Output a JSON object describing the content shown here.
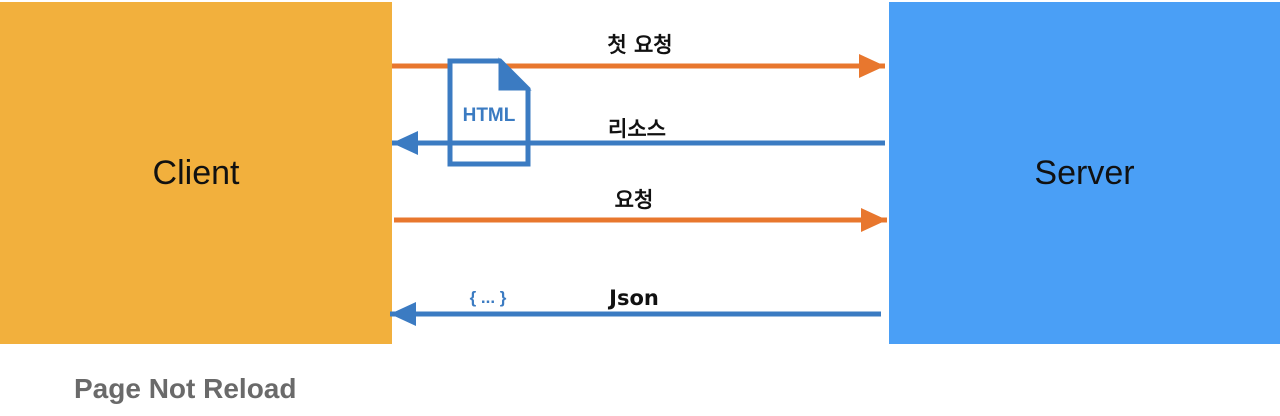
{
  "client": {
    "label": "Client"
  },
  "server": {
    "label": "Server"
  },
  "messages": {
    "first_request": {
      "label": "첫 요청"
    },
    "resources": {
      "label": "리소스"
    },
    "request": {
      "label": "요청"
    },
    "json": {
      "label": "Json"
    }
  },
  "html_file": {
    "label": "HTML"
  },
  "json_badge": {
    "label": "{ ... }"
  },
  "footer": {
    "caption": "Page Not Reload"
  },
  "colors": {
    "client": "#F2B03D",
    "server": "#4A9FF6",
    "request_arrow": "#E8772E",
    "response_arrow": "#3B7BC2"
  }
}
